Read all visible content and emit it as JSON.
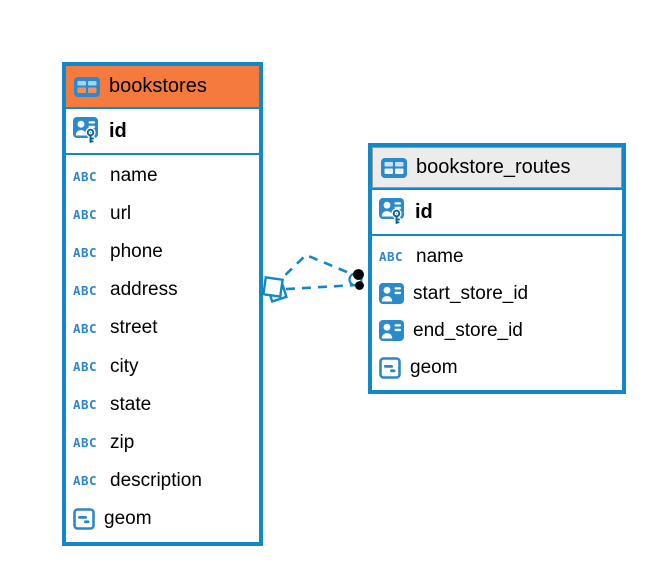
{
  "diagram": {
    "kind": "entity-relationship-diagram",
    "background": "#ffffff",
    "accent_color": "#1288C9",
    "line_style": "dashed"
  },
  "icons": {
    "text_type_label": "ABC",
    "table_icon": "table-grid",
    "primary_key_icon": "person-card-with-key",
    "foreign_key_icon": "person-card",
    "geometry_icon": "box-with-lines"
  },
  "tables": [
    {
      "name": "bookstores",
      "header_color": "#F57A3D",
      "header_state": "selected",
      "primary_key": {
        "name": "id"
      },
      "columns": [
        {
          "name": "name",
          "type": "text"
        },
        {
          "name": "url",
          "type": "text"
        },
        {
          "name": "phone",
          "type": "text"
        },
        {
          "name": "address",
          "type": "text"
        },
        {
          "name": "street",
          "type": "text"
        },
        {
          "name": "city",
          "type": "text"
        },
        {
          "name": "state",
          "type": "text"
        },
        {
          "name": "zip",
          "type": "text"
        },
        {
          "name": "description",
          "type": "text"
        },
        {
          "name": "geom",
          "type": "geometry"
        }
      ]
    },
    {
      "name": "bookstore_routes",
      "header_color": "#ECECEC",
      "header_state": "normal",
      "primary_key": {
        "name": "id"
      },
      "columns": [
        {
          "name": "name",
          "type": "text"
        },
        {
          "name": "start_store_id",
          "type": "reference"
        },
        {
          "name": "end_store_id",
          "type": "reference"
        },
        {
          "name": "geom",
          "type": "geometry"
        }
      ]
    }
  ],
  "relationships": [
    {
      "from_table": "bookstore_routes",
      "from_column": "start_store_id",
      "to_table": "bookstores",
      "style": "dashed"
    },
    {
      "from_table": "bookstore_routes",
      "from_column": "end_store_id",
      "to_table": "bookstores",
      "style": "dashed"
    }
  ]
}
